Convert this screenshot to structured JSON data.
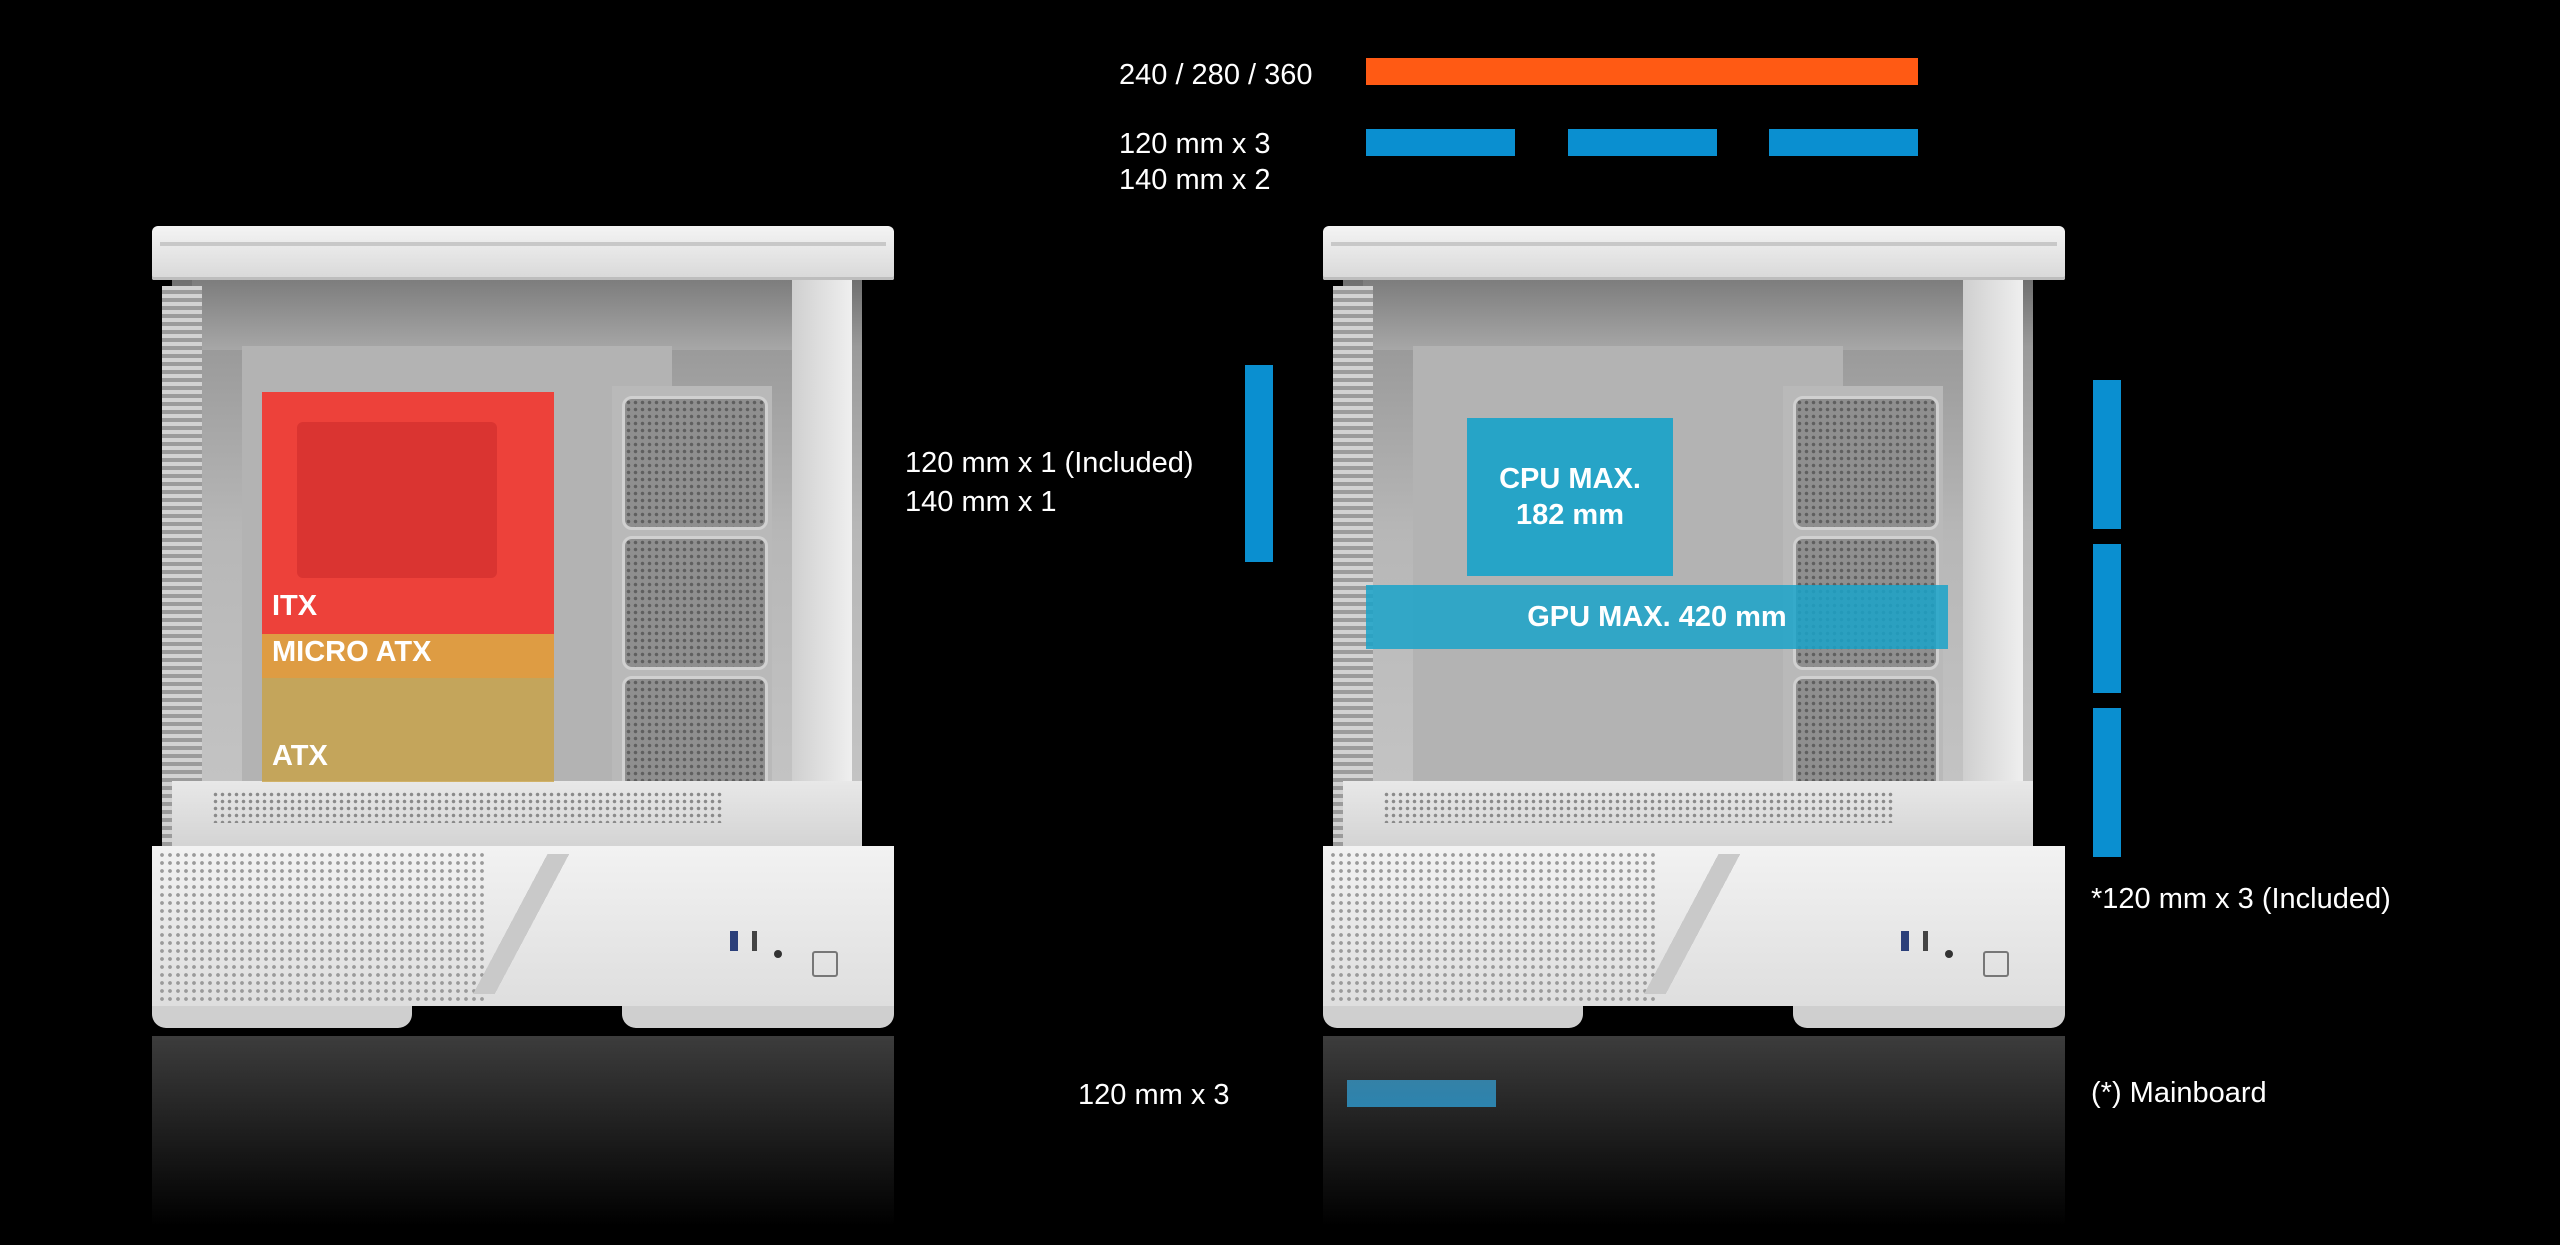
{
  "radiator_labels": {
    "top_radiator": "240 / 280 / 360",
    "top_fans_line1": "120 mm x 3",
    "top_fans_line2": "140 mm x 2",
    "rear_fan_line1": "120 mm x 1 (Included)",
    "rear_fan_line2": "140 mm x 1",
    "side_fans": "*120 mm x 3 (Included)",
    "bottom_fans": "120 mm x 3",
    "footnote": "(*) Mainboard"
  },
  "left_case": {
    "itx_label": "ITX",
    "micro_atx_label": "MICRO ATX",
    "atx_label": "ATX"
  },
  "right_case": {
    "cpu_line1": "CPU MAX.",
    "cpu_line2": "182 mm",
    "gpu_label": "GPU MAX. 420 mm"
  },
  "colors": {
    "fan_bar": "#0a8fd0",
    "radiator_bar": "#ff5a14",
    "itx_overlay": "#ee3a3a",
    "micro_atx_overlay": "#e39a3f",
    "atx_overlay": "#c9a03e",
    "cpu_gpu_overlay": "#1aa3c9"
  }
}
